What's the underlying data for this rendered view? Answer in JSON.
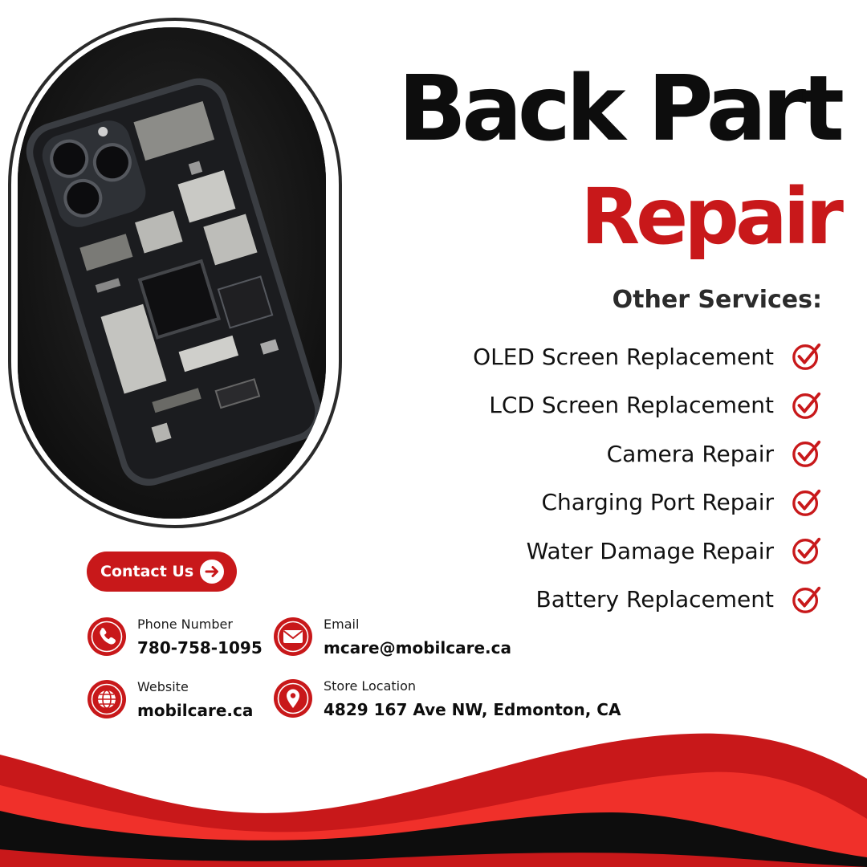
{
  "headline": {
    "line1": "Back Part",
    "line2": "Repair"
  },
  "services": {
    "heading": "Other Services:",
    "items": [
      {
        "label": "OLED Screen Replacement",
        "icon": "check-circle-icon"
      },
      {
        "label": "LCD Screen Replacement",
        "icon": "check-circle-icon"
      },
      {
        "label": "Camera Repair",
        "icon": "check-circle-icon"
      },
      {
        "label": "Charging Port Repair",
        "icon": "check-circle-icon"
      },
      {
        "label": "Water Damage Repair",
        "icon": "check-circle-icon"
      },
      {
        "label": "Battery Replacement",
        "icon": "check-circle-icon"
      }
    ]
  },
  "contact_button": {
    "label": "Contact Us",
    "icon": "arrow-right-icon"
  },
  "contact_info": {
    "phone": {
      "label": "Phone Number",
      "value": "780-758-1095",
      "icon": "phone-icon"
    },
    "email": {
      "label": "Email",
      "value": "mcare@mobilcare.ca",
      "icon": "mail-icon"
    },
    "website": {
      "label": "Website",
      "value": "mobilcare.ca",
      "icon": "globe-icon"
    },
    "location": {
      "label": "Store Location",
      "value": "4829 167 Ave NW, Edmonton, CA",
      "icon": "location-pin-icon"
    }
  },
  "colors": {
    "brand_red": "#c8181a",
    "bright_red": "#f0302a",
    "dark": "#0d0d0d",
    "background": "#ffffff"
  }
}
